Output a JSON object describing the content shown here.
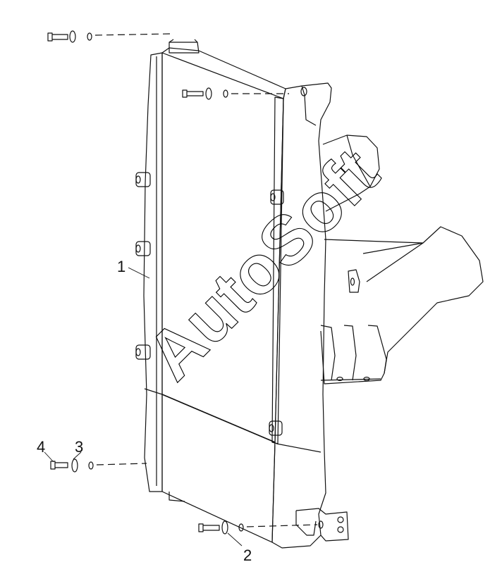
{
  "callouts": {
    "part_1": "1",
    "part_2": "2",
    "part_3": "3",
    "part_4": "4"
  },
  "watermark": "AutoSoft",
  "colors": {
    "line": "#111111",
    "background": "#ffffff"
  }
}
